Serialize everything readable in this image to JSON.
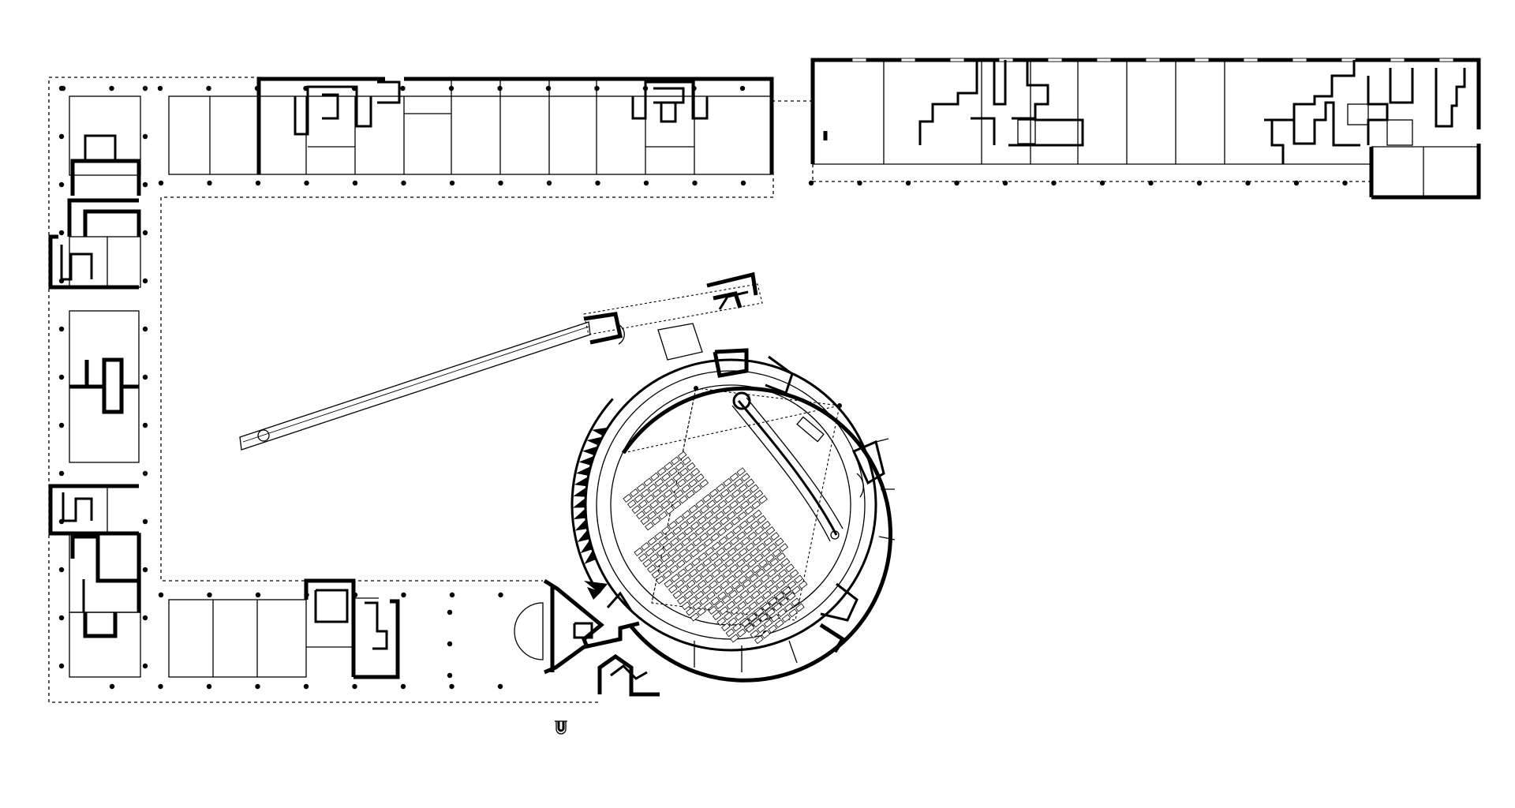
{
  "drawing": {
    "kind": "architectural floor plan",
    "colors": {
      "ink": "#000000",
      "paper": "#ffffff"
    }
  },
  "legend": {
    "north_arrow": {
      "icon": "north-arrow-icon",
      "glyph": "U"
    }
  },
  "elements": [
    "colonnade-north-west",
    "colonnade-north-east",
    "colonnade-west",
    "colonnade-south",
    "circular-auditorium",
    "diagonal-ramp"
  ]
}
